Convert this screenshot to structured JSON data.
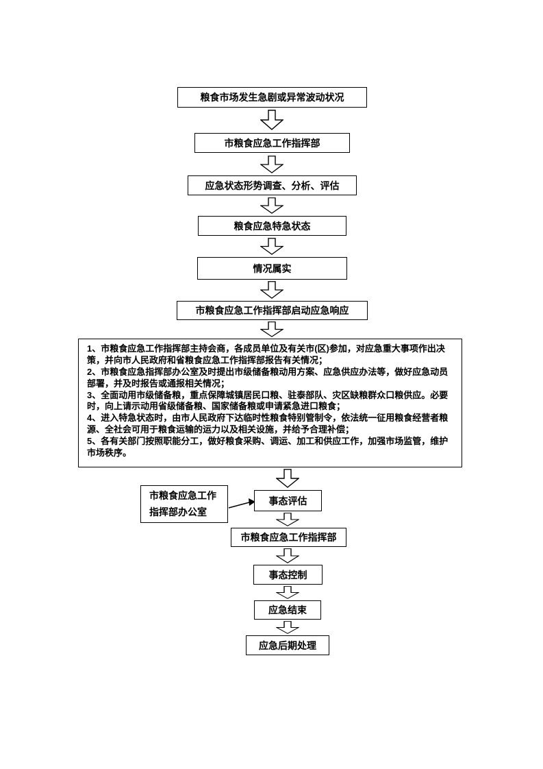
{
  "colors": {
    "background": "#ffffff",
    "line": "#000000"
  },
  "flow": {
    "market_fluctuation": "粮食市场发生急剧或异常波动状况",
    "command_center": "市粮食应急工作指挥部",
    "investigation": "应急状态形势调查、分析、评估",
    "urgent_state": "粮食应急特急状态",
    "situation_verified": "情况属实",
    "start_response": "市粮食应急工作指挥部启动应急响应",
    "measures": [
      "1、市粮食应急工作指挥部主持会商，各成员单位及有关市(区)参加，对应急重大事项作出决策，并向市人民政府和省粮食应急工作指挥部报告有关情况；",
      "2、市粮食应急指挥部办公室及时提出市级储备粮动用方案、应急供应办法等，做好应急动员部署，并及时报告或通报相关情况；",
      "3、全面动用市级储备粮，重点保障城镇居民口粮、驻泰部队、灾区缺粮群众口粮供应。必要时，向上请示动用省级储备粮、国家储备粮或申请紧急进口粮食；",
      "4、进入特急状态时，由市人民政府下达临时性粮食特别管制令，依法统一征用粮食经营者粮源、全社会可用于粮食运输的运力以及相关设施，并给予合理补偿；",
      "5、各有关部门按照职能分工，做好粮食采购、调运、加工和供应工作，加强市场监管，维护市场秩序。"
    ],
    "office_line1": "市粮食应急工作",
    "office_line2": "指挥部办公室",
    "assessment": "事态评估",
    "command_center_2": "市粮食应急工作指挥部",
    "control": "事态控制",
    "end": "应急结束",
    "post_processing": "应急后期处理"
  }
}
